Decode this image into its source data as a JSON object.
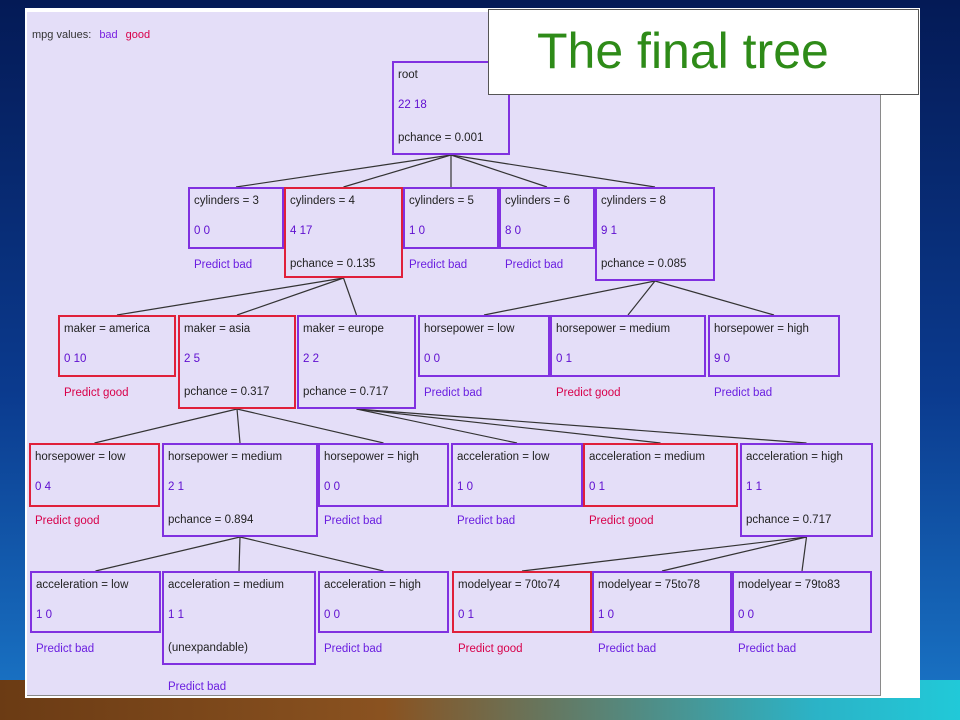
{
  "slide_title": "The final tree",
  "legend": {
    "label": "mpg values:",
    "bad": "bad",
    "good": "good"
  },
  "colors": {
    "bad": "#7a22e0",
    "good": "#d8004a",
    "title": "#2e8b18"
  },
  "nodes": [
    {
      "id": "root",
      "l1": "root",
      "l2": "22  18",
      "l3": "pchance = 0.001",
      "kind": "bad",
      "pred": ""
    },
    {
      "id": "cyl3",
      "l1": "cylinders = 3",
      "l2": "0  0",
      "l3": "",
      "kind": "bad",
      "pred": "Predict bad"
    },
    {
      "id": "cyl4",
      "l1": "cylinders = 4",
      "l2": "4  17",
      "l3": "pchance = 0.135",
      "kind": "good",
      "pred": ""
    },
    {
      "id": "cyl5",
      "l1": "cylinders = 5",
      "l2": "1  0",
      "l3": "",
      "kind": "bad",
      "pred": "Predict bad"
    },
    {
      "id": "cyl6",
      "l1": "cylinders = 6",
      "l2": "8  0",
      "l3": "",
      "kind": "bad",
      "pred": "Predict bad"
    },
    {
      "id": "cyl8",
      "l1": "cylinders = 8",
      "l2": "9  1",
      "l3": "pchance = 0.085",
      "kind": "bad",
      "pred": ""
    },
    {
      "id": "mk_am",
      "l1": "maker = america",
      "l2": "0  10",
      "l3": "",
      "kind": "good",
      "pred": "Predict good"
    },
    {
      "id": "mk_as",
      "l1": "maker = asia",
      "l2": "2  5",
      "l3": "pchance = 0.317",
      "kind": "good",
      "pred": ""
    },
    {
      "id": "mk_eu",
      "l1": "maker = europe",
      "l2": "2  2",
      "l3": "pchance = 0.717",
      "kind": "bad",
      "pred": ""
    },
    {
      "id": "hp8_low",
      "l1": "horsepower = low",
      "l2": "0  0",
      "l3": "",
      "kind": "bad",
      "pred": "Predict bad"
    },
    {
      "id": "hp8_med",
      "l1": "horsepower = medium",
      "l2": "0  1",
      "l3": "",
      "kind": "bad",
      "pred": "Predict good"
    },
    {
      "id": "hp8_high",
      "l1": "horsepower = high",
      "l2": "9  0",
      "l3": "",
      "kind": "bad",
      "pred": "Predict bad"
    },
    {
      "id": "as_hp_low",
      "l1": "horsepower = low",
      "l2": "0  4",
      "l3": "",
      "kind": "good",
      "pred": "Predict good"
    },
    {
      "id": "as_hp_med",
      "l1": "horsepower = medium",
      "l2": "2  1",
      "l3": "pchance = 0.894",
      "kind": "bad",
      "pred": ""
    },
    {
      "id": "as_hp_high",
      "l1": "horsepower = high",
      "l2": "0  0",
      "l3": "",
      "kind": "bad",
      "pred": "Predict bad"
    },
    {
      "id": "eu_acc_low",
      "l1": "acceleration = low",
      "l2": "1  0",
      "l3": "",
      "kind": "bad",
      "pred": "Predict bad"
    },
    {
      "id": "eu_acc_med",
      "l1": "acceleration = medium",
      "l2": "0  1",
      "l3": "",
      "kind": "good",
      "pred": "Predict good"
    },
    {
      "id": "eu_acc_high",
      "l1": "acceleration = high",
      "l2": "1  1",
      "l3": "pchance = 0.717",
      "kind": "bad",
      "pred": ""
    },
    {
      "id": "m_acc_low",
      "l1": "acceleration = low",
      "l2": "1  0",
      "l3": "",
      "kind": "bad",
      "pred": "Predict bad"
    },
    {
      "id": "m_acc_med",
      "l1": "acceleration = medium",
      "l2": "1  1",
      "l3": "(unexpandable)",
      "kind": "bad",
      "pred": "Predict bad"
    },
    {
      "id": "m_acc_high",
      "l1": "acceleration = high",
      "l2": "0  0",
      "l3": "",
      "kind": "bad",
      "pred": "Predict bad"
    },
    {
      "id": "my_70",
      "l1": "modelyear = 70to74",
      "l2": "0  1",
      "l3": "",
      "kind": "good",
      "pred": "Predict good"
    },
    {
      "id": "my_75",
      "l1": "modelyear = 75to78",
      "l2": "1  0",
      "l3": "",
      "kind": "bad",
      "pred": "Predict bad"
    },
    {
      "id": "my_79",
      "l1": "modelyear = 79to83",
      "l2": "0  0",
      "l3": "",
      "kind": "bad",
      "pred": "Predict bad"
    }
  ],
  "edges": [
    [
      "root",
      "cyl3"
    ],
    [
      "root",
      "cyl4"
    ],
    [
      "root",
      "cyl5"
    ],
    [
      "root",
      "cyl6"
    ],
    [
      "root",
      "cyl8"
    ],
    [
      "cyl4",
      "mk_am"
    ],
    [
      "cyl4",
      "mk_as"
    ],
    [
      "cyl4",
      "mk_eu"
    ],
    [
      "cyl8",
      "hp8_low"
    ],
    [
      "cyl8",
      "hp8_med"
    ],
    [
      "cyl8",
      "hp8_high"
    ],
    [
      "mk_as",
      "as_hp_low"
    ],
    [
      "mk_as",
      "as_hp_med"
    ],
    [
      "mk_as",
      "as_hp_high"
    ],
    [
      "mk_eu",
      "eu_acc_low"
    ],
    [
      "mk_eu",
      "eu_acc_med"
    ],
    [
      "mk_eu",
      "eu_acc_high"
    ],
    [
      "as_hp_med",
      "m_acc_low"
    ],
    [
      "as_hp_med",
      "m_acc_med"
    ],
    [
      "as_hp_med",
      "m_acc_high"
    ],
    [
      "eu_acc_high",
      "my_70"
    ],
    [
      "eu_acc_high",
      "my_75"
    ],
    [
      "eu_acc_high",
      "my_79"
    ]
  ]
}
